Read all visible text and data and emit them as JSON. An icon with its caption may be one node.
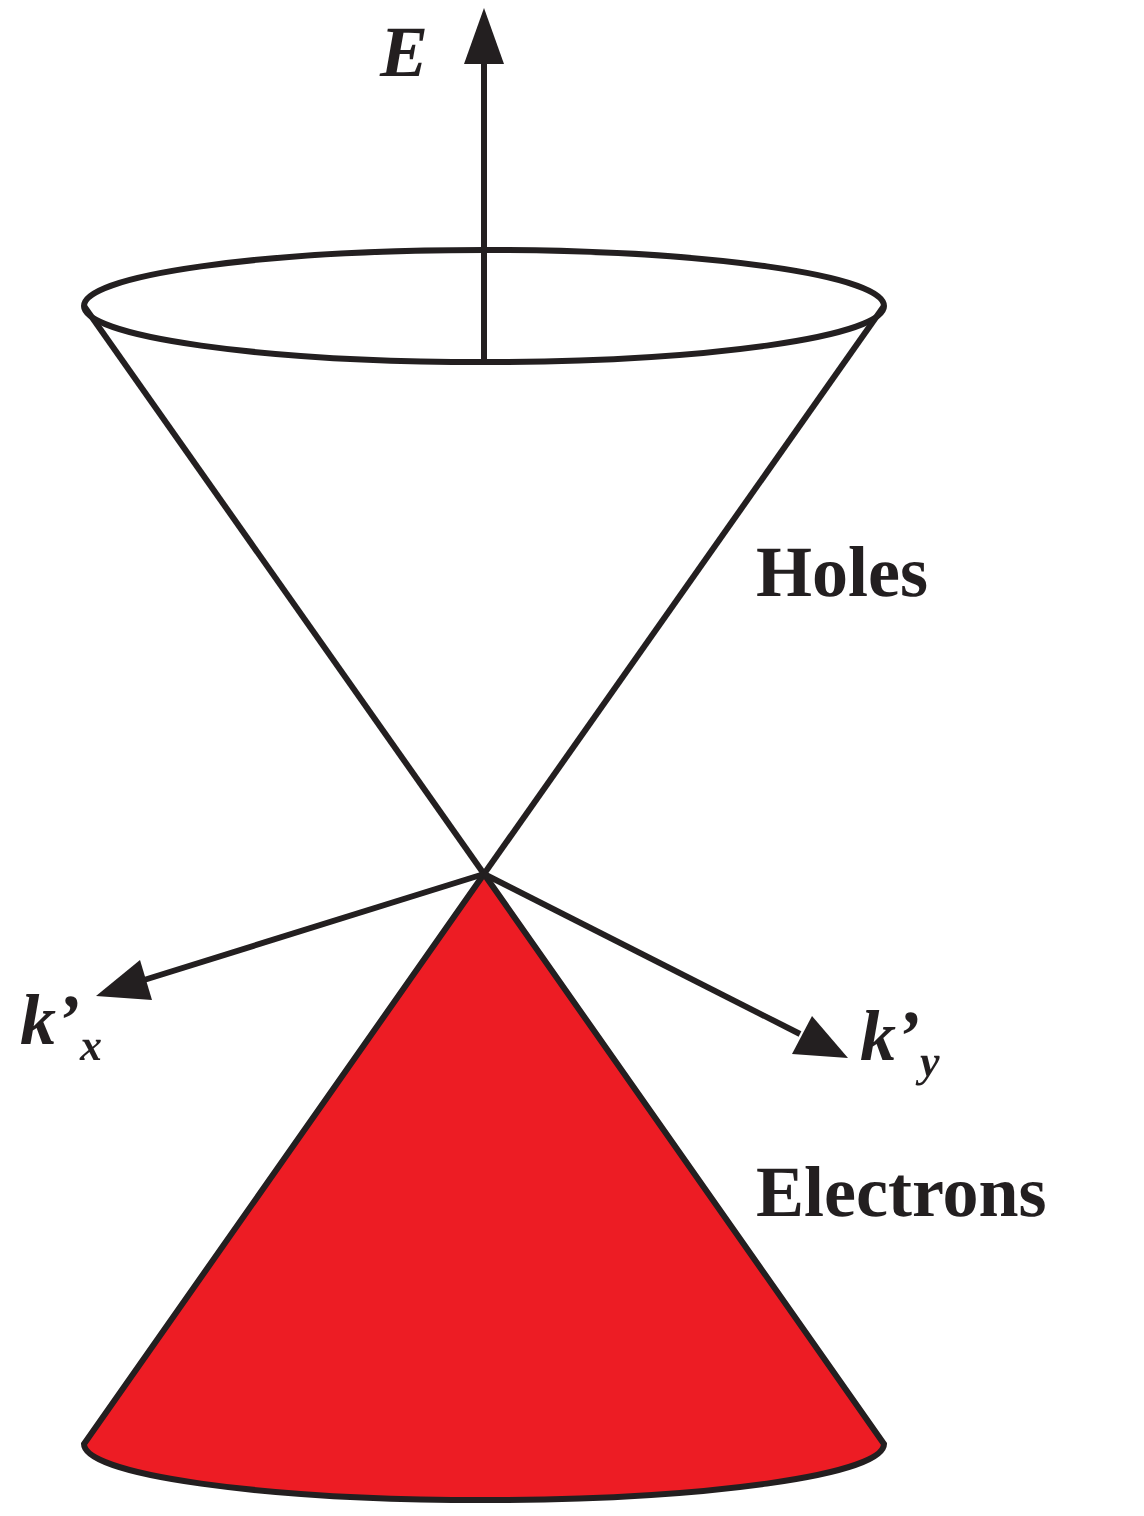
{
  "diagram": {
    "labels": [
      "E",
      "Holes",
      "k’$_{x}$",
      "k’$_{y}$",
      "Electrons"
    ]
  }
}
